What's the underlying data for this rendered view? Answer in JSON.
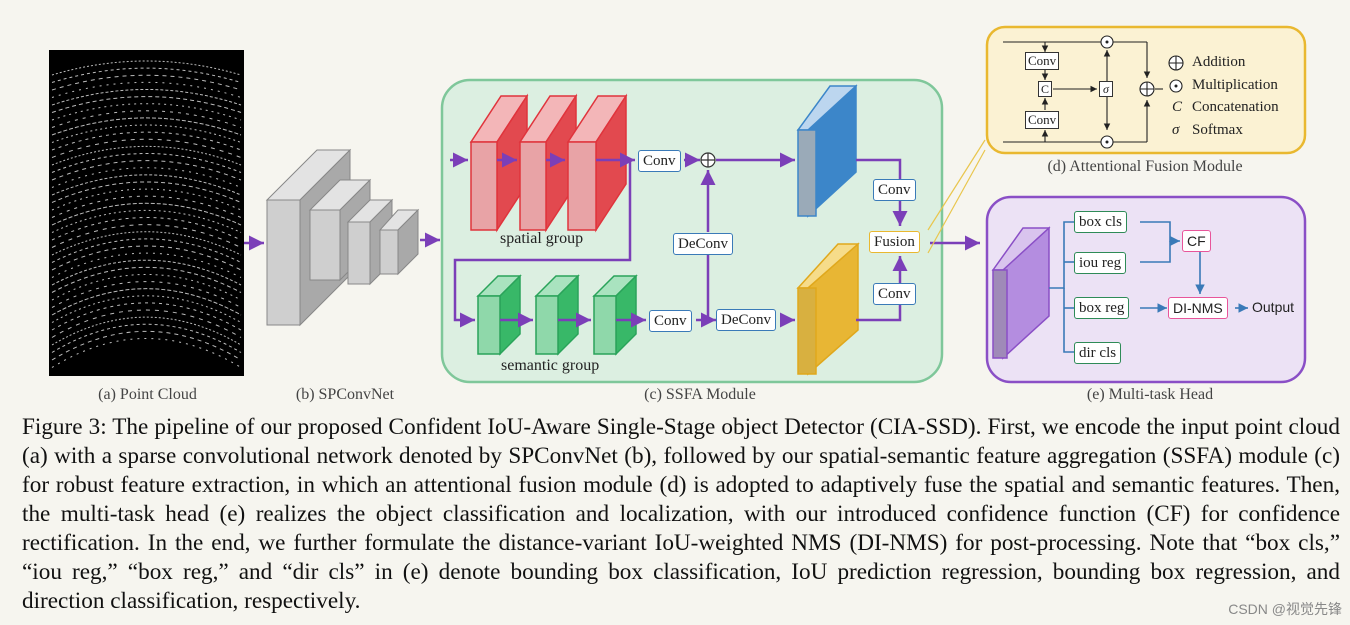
{
  "captions": {
    "a": "(a) Point Cloud",
    "b": "(b) SPConvNet",
    "c": "(c) SSFA Module",
    "d": "(d) Attentional Fusion Module",
    "e": "(e) Multi-task Head"
  },
  "ssfa": {
    "spatial_group": "spatial group",
    "semantic_group": "semantic group",
    "conv": "Conv",
    "deconv": "DeConv",
    "fusion": "Fusion"
  },
  "afm": {
    "conv": "Conv",
    "concat_symbol": "C",
    "softmax_symbol": "σ",
    "legend": [
      {
        "symbol": "⊕",
        "label": "Addition"
      },
      {
        "symbol": "⊙",
        "label": "Multiplication"
      },
      {
        "symbol": "C",
        "label": "Concatenation"
      },
      {
        "symbol": "σ",
        "label": "Softmax"
      }
    ]
  },
  "head": {
    "box_cls": "box cls",
    "iou_reg": "iou reg",
    "box_reg": "box reg",
    "dir_cls": "dir cls",
    "cf": "CF",
    "dinms": "DI-NMS",
    "output": "Output"
  },
  "figure_caption": "Figure 3: The pipeline of our proposed Confident IoU-Aware Single-Stage object Detector (CIA-SSD). First, we encode the input point cloud (a) with a sparse convolutional network denoted by SPConvNet (b), followed by our spatial-semantic feature aggregation (SSFA) module (c) for robust feature extraction, in which an attentional fusion module (d) is adopted to adaptively fuse the spatial and semantic features. Then, the multi-task head (e) realizes the object classification and localization, with our introduced confidence function (CF) for confidence rectification. In the end, we further formulate the distance-variant IoU-weighted NMS (DI-NMS) for post-processing. Note that “box cls,” “iou reg,” “box reg,” and “dir cls” in (e) denote bounding box classification, IoU prediction regression, bounding box regression, and direction classification, respectively.",
  "watermark": "CSDN @视觉先锋",
  "colors": {
    "arrow": "#7b3fb8",
    "ssfa_bg": "#dcefe1",
    "ssfa_border": "#7fc79a",
    "afm_bg": "#fbf2d3",
    "afm_border": "#e9b830",
    "head_bg": "#ece2f5",
    "head_border": "#8a4fc6",
    "red": "#e2494f",
    "green": "#38b868",
    "blue": "#3c86c9",
    "yellow": "#e8b634",
    "pink": "#e8559a"
  }
}
